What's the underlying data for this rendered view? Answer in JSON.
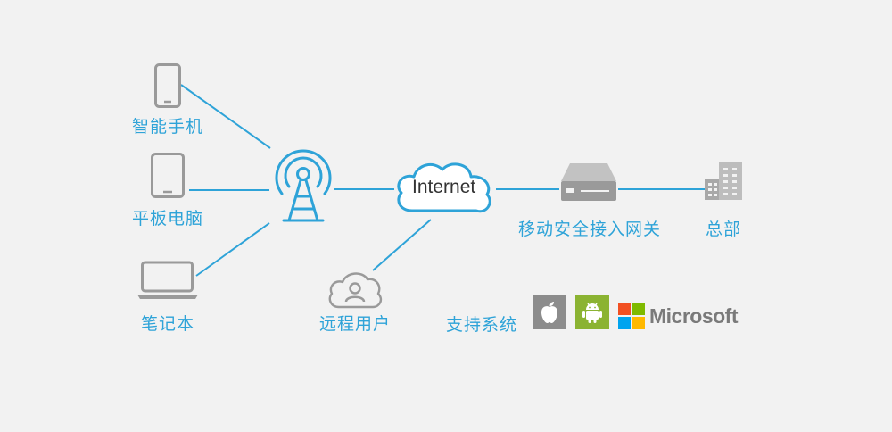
{
  "colors": {
    "accent": "#2ea3d8",
    "device_gray": "#9a9a9a",
    "background": "#f2f2f2"
  },
  "devices": [
    {
      "label": "智能手机",
      "icon": "smartphone-icon"
    },
    {
      "label": "平板电脑",
      "icon": "tablet-icon"
    },
    {
      "label": "笔记本",
      "icon": "laptop-icon"
    }
  ],
  "hub": {
    "icon": "signal-tower-icon"
  },
  "cloud": {
    "label": "Internet",
    "icon": "cloud-icon"
  },
  "remote_user": {
    "label": "远程用户",
    "icon": "cloud-user-icon"
  },
  "gateway": {
    "label": "移动安全接入网关",
    "icon": "server-icon"
  },
  "headquarters": {
    "label": "总部",
    "icon": "buildings-icon"
  },
  "systems": {
    "label": "支持系统",
    "items": [
      {
        "name": "apple",
        "icon": "apple-icon",
        "color": "#8c8c8c"
      },
      {
        "name": "android",
        "icon": "android-icon",
        "color": "#8bb332"
      },
      {
        "name": "Microsoft",
        "icon": "windows-icon"
      }
    ]
  }
}
